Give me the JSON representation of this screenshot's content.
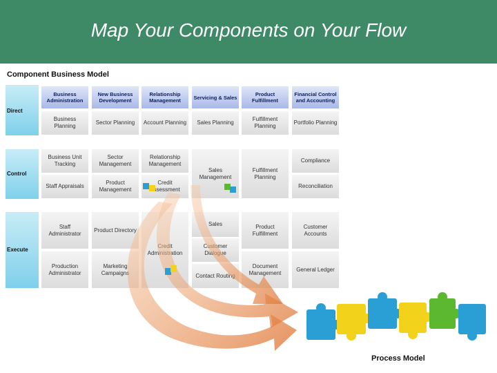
{
  "slide": {
    "title": "Map Your Components on Your Flow",
    "colors": {
      "title_bar": "#3e8a67",
      "band": "#7fd0ea",
      "header": "#a9b8e8",
      "arrow": "#e58a4a"
    }
  },
  "cbm": {
    "label": "Component Business Model",
    "headers": [
      "Business Administration",
      "New Business Development",
      "Relationship Management",
      "Servicing & Sales",
      "Product Fulfillment",
      "Financial Control and Accounting"
    ],
    "rows": {
      "direct": {
        "label": "Direct",
        "cells": [
          "Business Planning",
          "Sector Planning",
          "Account Planning",
          "Sales Planning",
          "Fulfillment Planning",
          "Portfolio Planning"
        ]
      },
      "control": {
        "label": "Control",
        "c1a": "Business Unit Tracking",
        "c1b": "Staff Appraisals",
        "c2a": "Sector Management",
        "c2b": "Product Management",
        "c3a": "Relationship Management",
        "c3b": "Credit Assessment",
        "c4": "Sales Management",
        "c5": "Fulfillment Planning",
        "c6a": "Compliance",
        "c6b": "Reconciliation"
      },
      "execute": {
        "label": "Execute",
        "c1a": "Staff Administrator",
        "c1b": "Production Administrator",
        "c2a": "Product Directory",
        "c2b": "Marketing Campaigns",
        "c3": "Credit Administration",
        "c4a": "Sales",
        "c4b": "Customer Dialogue",
        "c4c": "Contact Routing",
        "c5a": "Product Fulfillment",
        "c5b": "Document Management",
        "c6a": "Customer Accounts",
        "c6b": "General Ledger"
      }
    }
  },
  "process_model": {
    "label": "Process Model",
    "puzzle_colors": [
      "#2a9fd6",
      "#f2d21a",
      "#2a9fd6",
      "#f2d21a",
      "#5cb82e",
      "#2a9fd6"
    ]
  }
}
